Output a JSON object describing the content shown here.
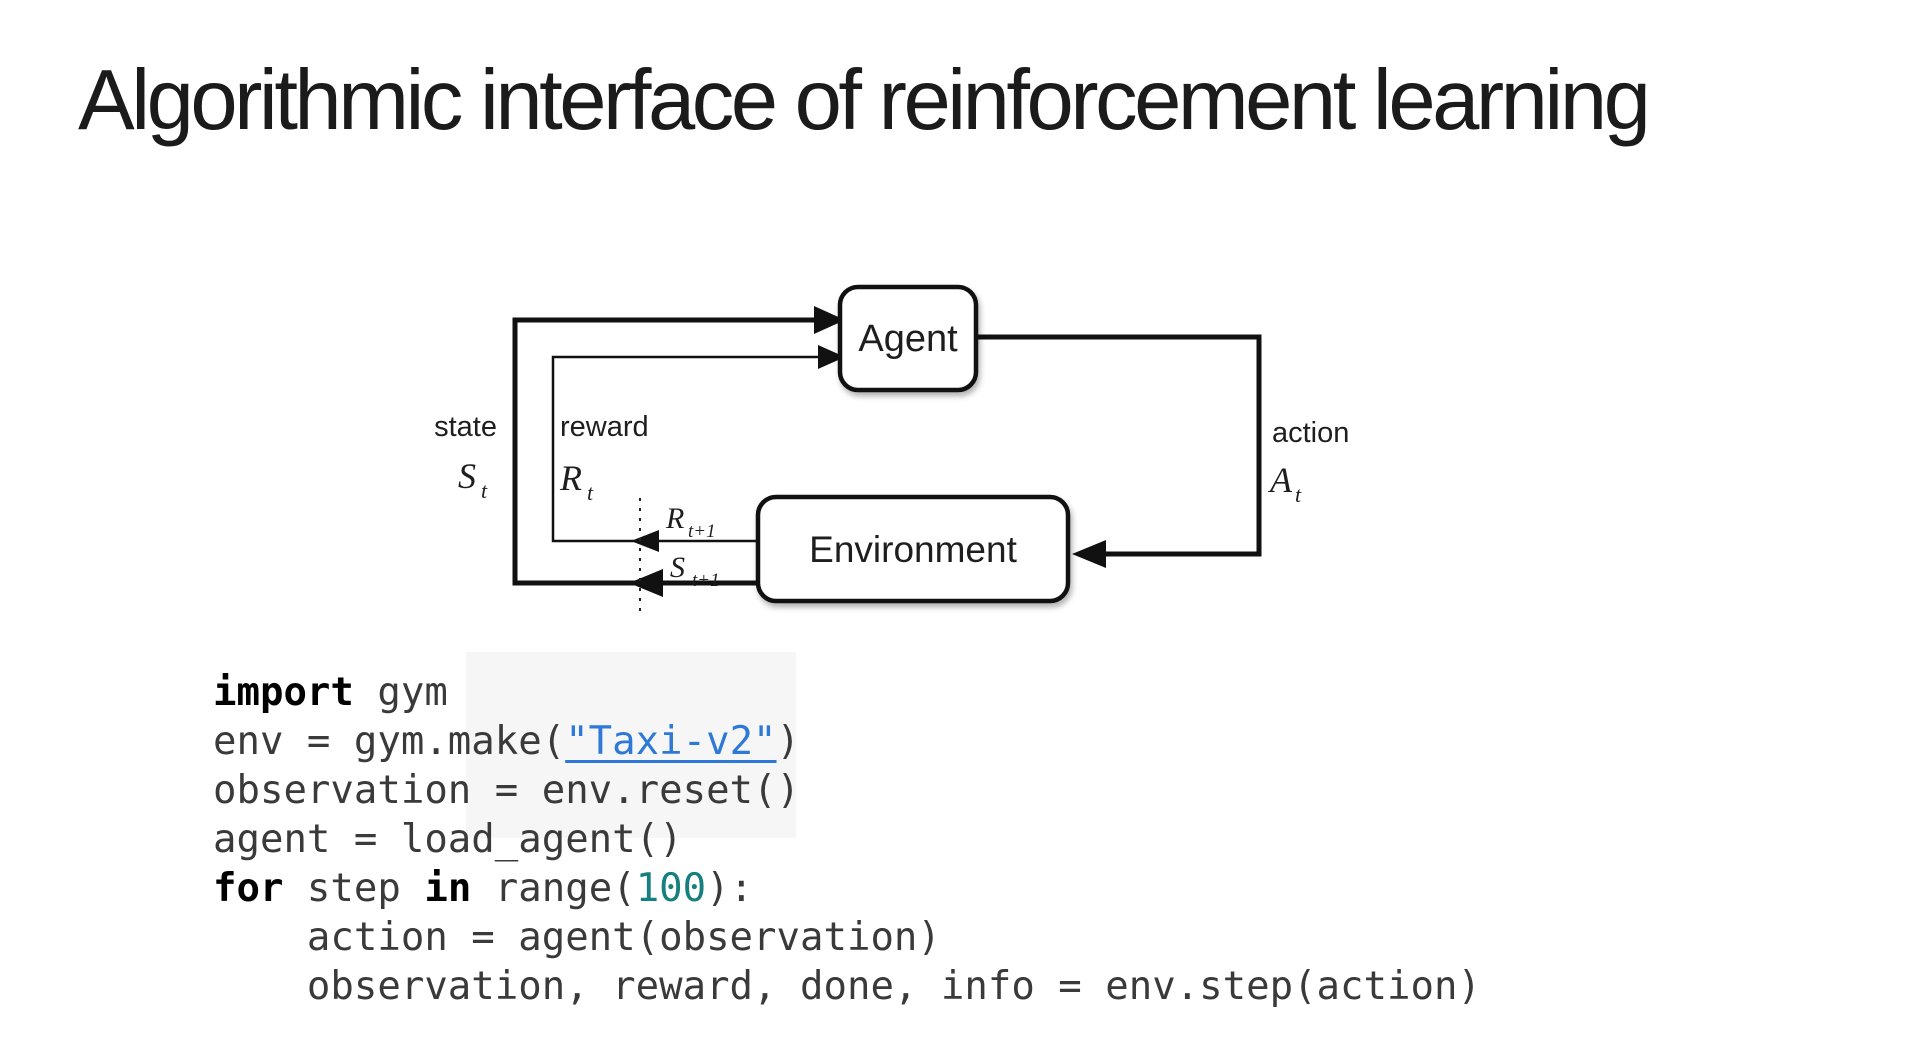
{
  "page": {
    "title": "Algorithmic interface of reinforcement learning",
    "background": "#ffffff"
  },
  "diagram": {
    "line_color": "#111111",
    "agent_label": "Agent",
    "environment_label": "Environment",
    "state_label": "state",
    "reward_label": "reward",
    "action_label": "action",
    "state_sym": "S",
    "state_sub": "t",
    "reward_sym": "R",
    "reward_sub": "t",
    "action_sym": "A",
    "action_sub": "t",
    "next_reward_sym": "R",
    "next_reward_sub": "t+1",
    "next_state_sym": "S",
    "next_state_sub": "t+1"
  },
  "code": {
    "colors": {
      "default": "#3a3a3a",
      "keyword": "#000000",
      "link": "#2e79d8",
      "number": "#15807e"
    },
    "lines": [
      [
        {
          "type": "keyword",
          "text": "import"
        },
        {
          "type": "plain",
          "text": " gym"
        }
      ],
      [
        {
          "type": "plain",
          "text": "env = gym.make("
        },
        {
          "type": "link",
          "text": "\"Taxi-v2\""
        },
        {
          "type": "plain",
          "text": ")"
        }
      ],
      [
        {
          "type": "plain",
          "text": "observation = env.reset()"
        }
      ],
      [
        {
          "type": "plain",
          "text": "agent = load_agent()"
        }
      ],
      [
        {
          "type": "keyword",
          "text": "for"
        },
        {
          "type": "plain",
          "text": " step "
        },
        {
          "type": "keyword",
          "text": "in"
        },
        {
          "type": "plain",
          "text": " range("
        },
        {
          "type": "number",
          "text": "100"
        },
        {
          "type": "plain",
          "text": "):"
        }
      ],
      [
        {
          "type": "plain",
          "text": "    action = agent(observation)"
        }
      ],
      [
        {
          "type": "plain",
          "text": "    observation, reward, done, info = env.step(action)"
        }
      ]
    ]
  }
}
